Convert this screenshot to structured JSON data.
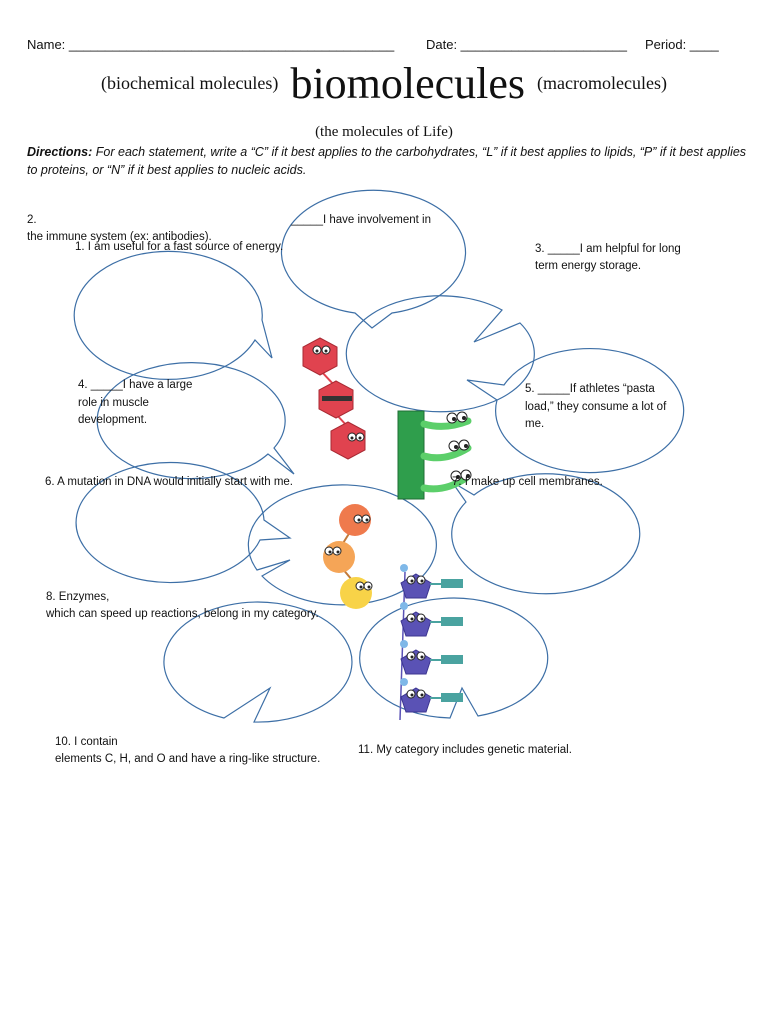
{
  "header": {
    "name_label": "Name: _____________________________________________",
    "date_label": "Date: _______________________",
    "period_label": "Period: ____"
  },
  "title": {
    "left": "(biochemical molecules)",
    "main": "biomolecules",
    "right": "(macromolecules)",
    "subtitle": "(the molecules of Life)"
  },
  "directions": {
    "label": "Directions:",
    "text": " For each statement, write a “C” if it best applies to the carbohydrates, “L” if it best applies to lipids, “P” if it best applies to proteins, or “N” if it best applies to nucleic acids."
  },
  "statements": {
    "s1": "1.  I am useful for a fast source of energy.",
    "s2_num": "2.",
    "s2_a": "_____I have involvement in",
    "s2_b": "the immune system (ex: antibodies).",
    "s3_a": "3. _____I am helpful for long",
    "s3_b": "term energy storage.",
    "s4_a": "4. _____I have a large",
    "s4_b": "role in muscle",
    "s4_c": "development.",
    "s5_a": "5. _____If athletes “pasta",
    "s5_b": "load,” they consume a lot of",
    "s5_c": "me.",
    "s6": "6.  A mutation in DNA would initially start with me.",
    "s7": "7.  I make up cell membranes.",
    "s8_a": "8.           Enzymes,",
    "s8_b": "which can speed up reactions, belong in my category.",
    "s10_a": "10.  I contain",
    "s10_b": "elements C, H, and O and have a ring-like structure.",
    "s11": "11.  My category includes genetic material."
  },
  "colors": {
    "bubble_stroke": "#3d6fa6",
    "carb_red": "#e0434f",
    "lipid_green": "#2f9e4c",
    "lipid_tail": "#5ccf6a",
    "protein_orange": "#ef7a4d",
    "protein_light_orange": "#f5a557",
    "protein_yellow": "#f8d348",
    "nucleotide_purple": "#5a52b5",
    "nucleotide_teal": "#4aa3a0",
    "phosphate_blue": "#7fb8e8"
  }
}
